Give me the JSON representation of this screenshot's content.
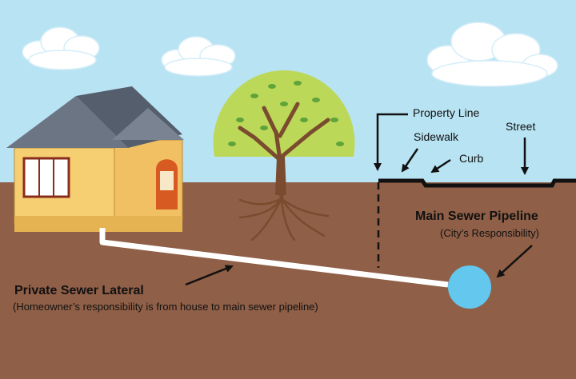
{
  "labels": {
    "property_line": "Property Line",
    "sidewalk": "Sidewalk",
    "curb": "Curb",
    "street": "Street",
    "main_pipeline_title": "Main Sewer Pipeline",
    "main_pipeline_note": "(City’s Responsibility)",
    "lateral_title": "Private Sewer Lateral",
    "lateral_note": "(Homeowner’s responsibility is from house to main sewer pipeline)"
  },
  "colors": {
    "sky": "#b8e3f3",
    "soil": "#8f5f47",
    "pipe": "#ffffff",
    "main_pipe": "#63c7ee",
    "house_wall": "#f6cf72",
    "roof": "#6c7584",
    "door": "#d75a22",
    "tree_canopy": "#bcd858",
    "tree_trunk": "#7a4b2e",
    "line": "#111111"
  },
  "icons": {
    "house": "house-icon",
    "tree": "tree-icon",
    "clouds": "cloud-icon"
  }
}
